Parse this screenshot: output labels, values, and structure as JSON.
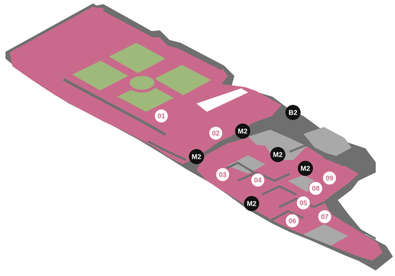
{
  "colors": {
    "floor": "#c96a8d",
    "wall": "#6f6f6f",
    "wall_light": "#9a9a9a",
    "grey_area": "#a9a9a9",
    "garden": "#9fb97a",
    "room_marker_text": "#cc6b8e",
    "m_marker_fill": "#111111"
  },
  "room_markers": [
    {
      "id": "01",
      "label": "01"
    },
    {
      "id": "02",
      "label": "02"
    },
    {
      "id": "03",
      "label": "03"
    },
    {
      "id": "04",
      "label": "04"
    },
    {
      "id": "05",
      "label": "05"
    },
    {
      "id": "06",
      "label": "06"
    },
    {
      "id": "07",
      "label": "07"
    },
    {
      "id": "08",
      "label": "08"
    },
    {
      "id": "09",
      "label": "09"
    }
  ],
  "service_markers": [
    {
      "id": "b2",
      "label": "B2"
    },
    {
      "id": "m2-a",
      "label": "M2"
    },
    {
      "id": "m2-b",
      "label": "M2"
    },
    {
      "id": "m2-c",
      "label": "M2"
    },
    {
      "id": "m2-d",
      "label": "M2"
    },
    {
      "id": "m2-e",
      "label": "M2"
    }
  ]
}
